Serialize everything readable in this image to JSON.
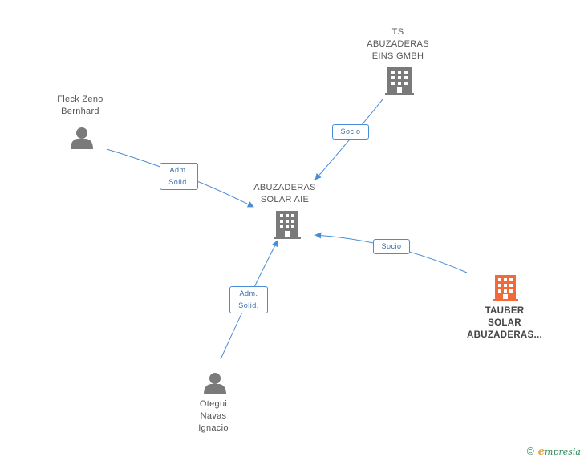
{
  "colors": {
    "edge": "#4a8cd6",
    "building": "#7a7a7a",
    "building_focus": "#f06a3a",
    "person": "#7a7a7a"
  },
  "nodes": {
    "ts": {
      "lines": [
        "TS",
        "ABUZADERAS",
        "EINS GMBH"
      ],
      "icon": "building-icon"
    },
    "fleck": {
      "lines": [
        "Fleck Zeno",
        "Bernhard"
      ],
      "icon": "person-icon"
    },
    "center": {
      "lines": [
        "ABUZADERAS",
        "SOLAR AIE"
      ],
      "icon": "building-icon"
    },
    "tauber": {
      "lines": [
        "TAUBER",
        "SOLAR",
        "ABUZADERAS..."
      ],
      "icon": "building-icon"
    },
    "otegui": {
      "lines": [
        "Otegui",
        "Navas",
        "Ignacio"
      ],
      "icon": "person-icon"
    }
  },
  "edges": {
    "ts_center": {
      "lines": [
        "Socio"
      ]
    },
    "fleck_center": {
      "lines": [
        "Adm.",
        "Solid."
      ]
    },
    "tauber_center": {
      "lines": [
        "Socio"
      ]
    },
    "otegui_center": {
      "lines": [
        "Adm.",
        "Solid."
      ]
    }
  },
  "footer": {
    "copyright": "©",
    "brand_initial": "e",
    "brand_rest": "mpresia"
  }
}
